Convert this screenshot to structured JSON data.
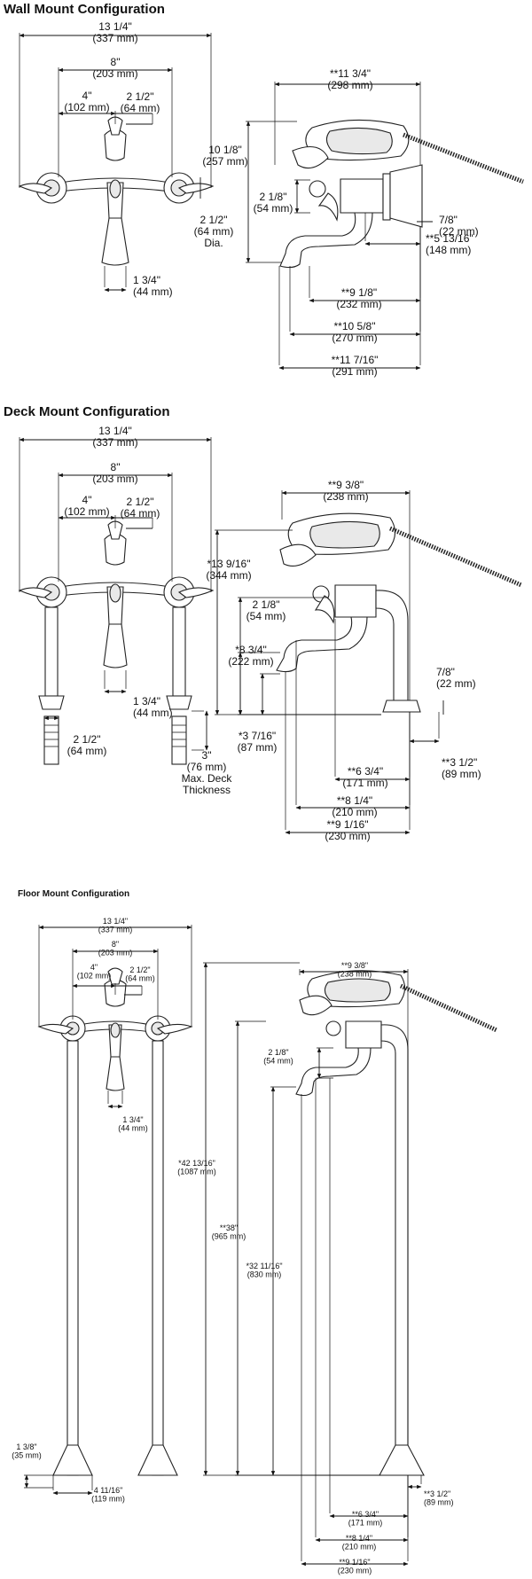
{
  "sections": {
    "wall": {
      "title": "Wall Mount Configuration",
      "front": {
        "overall_width": [
          "13 1/4\"",
          "(337 mm)"
        ],
        "centers": [
          "8\"",
          "(203 mm)"
        ],
        "half_center": [
          "4\"",
          "(102 mm)"
        ],
        "handle_spread": [
          "2 1/2\"",
          "(64 mm)"
        ],
        "flange_dia": [
          "2 1/2\"",
          "(64 mm)",
          "Dia."
        ],
        "spout_width": [
          "1 3/4\"",
          "(44 mm)"
        ]
      },
      "side": {
        "depth_overall": [
          "**11 3/4\"",
          "(298 mm)"
        ],
        "height": [
          "10 1/8\"",
          "(257 mm)"
        ],
        "body_height": [
          "2 1/8\"",
          "(54 mm)"
        ],
        "wall_flange": [
          "7/8\"",
          "(22 mm)"
        ],
        "flange_to_body": [
          "**5 13/16\"",
          "(148 mm)"
        ],
        "reach_a": [
          "**9 1/8\"",
          "(232 mm)"
        ],
        "reach_b": [
          "**10 5/8\"",
          "(270 mm)"
        ],
        "reach_c": [
          "**11 7/16\"",
          "(291 mm)"
        ]
      }
    },
    "deck": {
      "title": "Deck Mount Configuration",
      "front": {
        "overall_width": [
          "13 1/4\"",
          "(337 mm)"
        ],
        "centers": [
          "8\"",
          "(203 mm)"
        ],
        "half_center": [
          "4\"",
          "(102 mm)"
        ],
        "handle_spread": [
          "2 1/2\"",
          "(64 mm)"
        ],
        "spout_width": [
          "1 3/4\"",
          "(44 mm)"
        ],
        "base_width": [
          "2 1/2\"",
          "(64 mm)"
        ],
        "max_deck": [
          "3\"",
          "(76 mm)",
          "Max. Deck",
          "Thickness"
        ]
      },
      "side": {
        "depth_overall": [
          "**9 3/8\"",
          "(238 mm)"
        ],
        "height": [
          "*13 9/16\"",
          "(344 mm)"
        ],
        "body_height": [
          "2 1/8\"",
          "(54 mm)"
        ],
        "spout_height": [
          "*8 3/4\"",
          "(222 mm)"
        ],
        "outlet_height": [
          "*3 7/16\"",
          "(87 mm)"
        ],
        "base_height": [
          "7/8\"",
          "(22 mm)"
        ],
        "reach_a": [
          "**6 3/4\"",
          "(171 mm)"
        ],
        "reach_b": [
          "**3 1/2\"",
          "(89 mm)"
        ],
        "reach_c": [
          "**8 1/4\"",
          "(210 mm)"
        ],
        "reach_d": [
          "**9 1/16\"",
          "(230 mm)"
        ]
      }
    },
    "floor": {
      "title": "Floor Mount Configuration",
      "front": {
        "overall_width": [
          "13 1/4\"",
          "(337 mm)"
        ],
        "centers": [
          "8\"",
          "(203 mm)"
        ],
        "half_center": [
          "4\"",
          "(102 mm)"
        ],
        "handle_spread": [
          "2 1/2\"",
          "(64 mm)"
        ],
        "spout_width": [
          "1 3/4\"",
          "(44 mm)"
        ],
        "base_height": [
          "1 3/8\"",
          "(35 mm)"
        ],
        "base_width": [
          "4 11/16\"",
          "(119 mm)"
        ]
      },
      "side": {
        "depth_overall": [
          "**9 3/8\"",
          "(238 mm)"
        ],
        "overall_height": [
          "*42 13/16\"",
          "(1087 mm)"
        ],
        "body_height": [
          "2 1/8\"",
          "(54 mm)"
        ],
        "spout_height": [
          "**38\"",
          "(965 mm)"
        ],
        "outlet_height": [
          "*32 11/16\"",
          "(830 mm)"
        ],
        "reach_a": [
          "**6 3/4\"",
          "(171 mm)"
        ],
        "reach_b": [
          "**3 1/2\"",
          "(89 mm)"
        ],
        "reach_c": [
          "**8 1/4\"",
          "(210 mm)"
        ],
        "reach_d": [
          "**9 1/16\"",
          "(230 mm)"
        ]
      }
    }
  }
}
